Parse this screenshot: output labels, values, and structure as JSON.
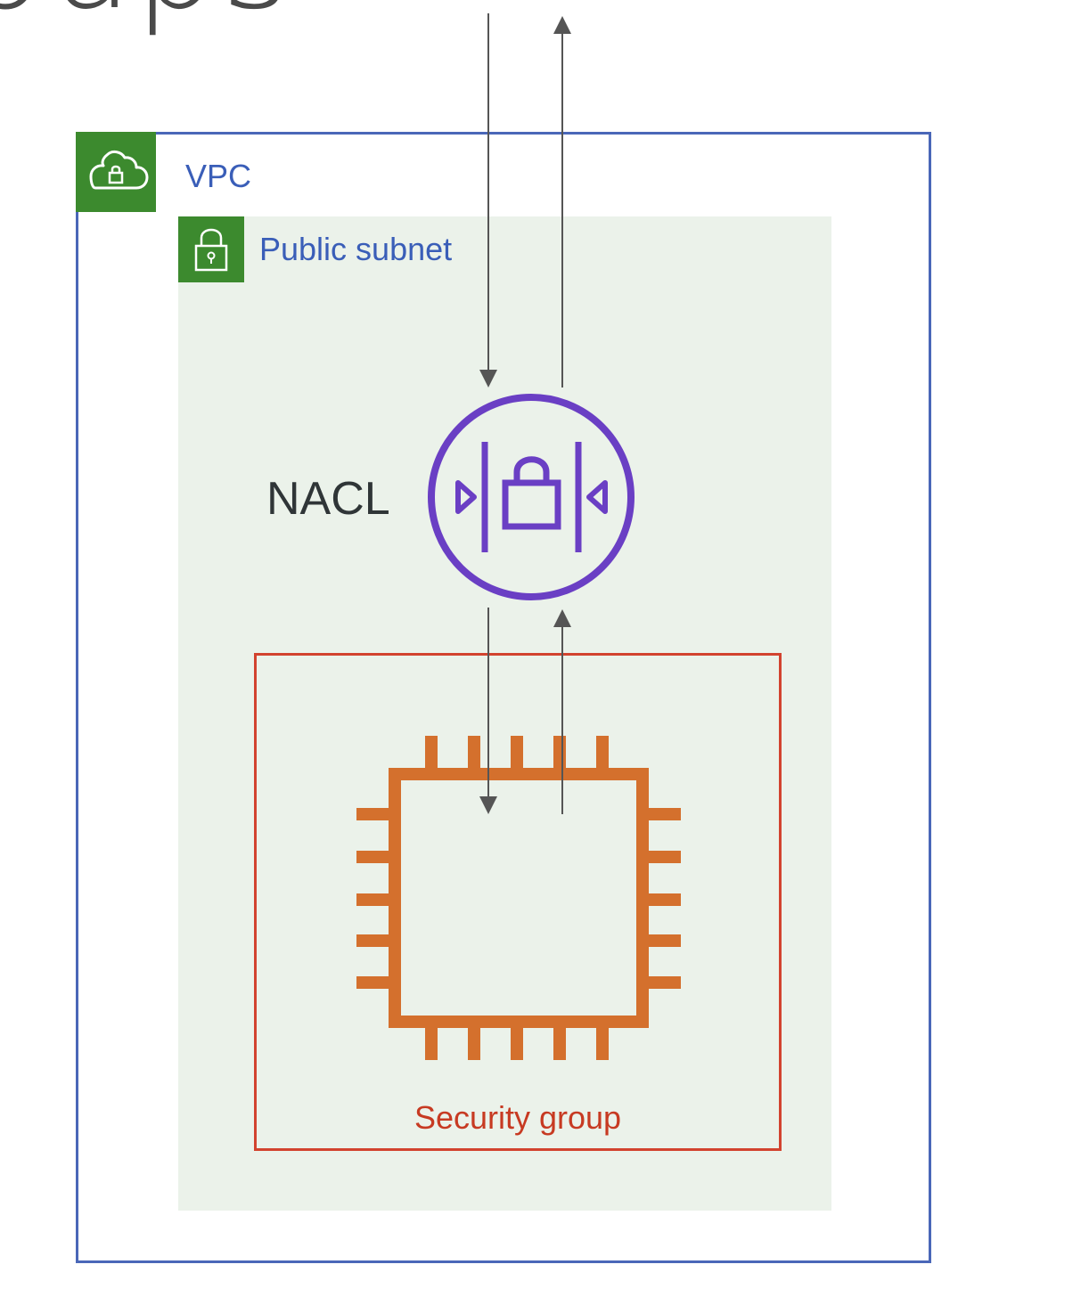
{
  "page": {
    "title": "oups"
  },
  "vpc": {
    "label": "VPC",
    "icon": "vpc-cloud-lock-icon",
    "border_color": "#4a67b8",
    "badge_color": "#3c8a2e"
  },
  "subnet": {
    "label": "Public subnet",
    "icon": "subnet-padlock-icon",
    "fill_color": "#ebf2ea",
    "badge_color": "#3c8a2e"
  },
  "nacl": {
    "label": "NACL",
    "icon": "network-acl-icon",
    "color": "#6a3fc4"
  },
  "security_group": {
    "label": "Security group",
    "border_color": "#d2432f"
  },
  "instance": {
    "icon": "ec2-instance-chip-icon",
    "color": "#d4702d"
  },
  "arrows": {
    "color": "#555555",
    "items": [
      {
        "from": "outside",
        "to": "nacl",
        "direction": "inbound"
      },
      {
        "from": "nacl",
        "to": "outside",
        "direction": "outbound"
      },
      {
        "from": "nacl",
        "to": "instance",
        "direction": "inbound"
      },
      {
        "from": "instance",
        "to": "nacl",
        "direction": "outbound"
      }
    ]
  }
}
